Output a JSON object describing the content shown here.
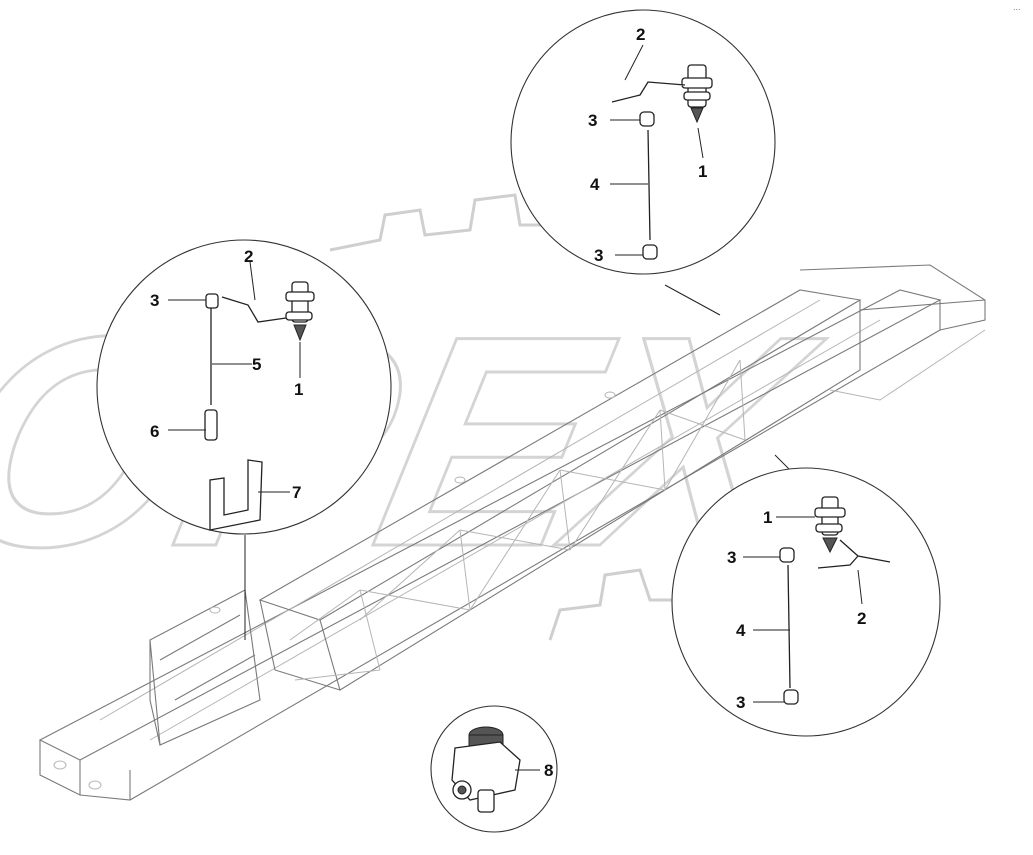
{
  "watermark": {
    "text": "OPEX"
  },
  "corner_mark": "...",
  "callouts": {
    "top_circle": {
      "lbl_2": "2",
      "lbl_3a": "3",
      "lbl_1": "1",
      "lbl_4": "4",
      "lbl_3b": "3"
    },
    "left_circle": {
      "lbl_2": "2",
      "lbl_3": "3",
      "lbl_5": "5",
      "lbl_1": "1",
      "lbl_6": "6",
      "lbl_7": "7"
    },
    "right_circle": {
      "lbl_1": "1",
      "lbl_3a": "3",
      "lbl_2": "2",
      "lbl_4": "4",
      "lbl_3b": "3"
    },
    "bottom_circle": {
      "lbl_8": "8"
    }
  }
}
